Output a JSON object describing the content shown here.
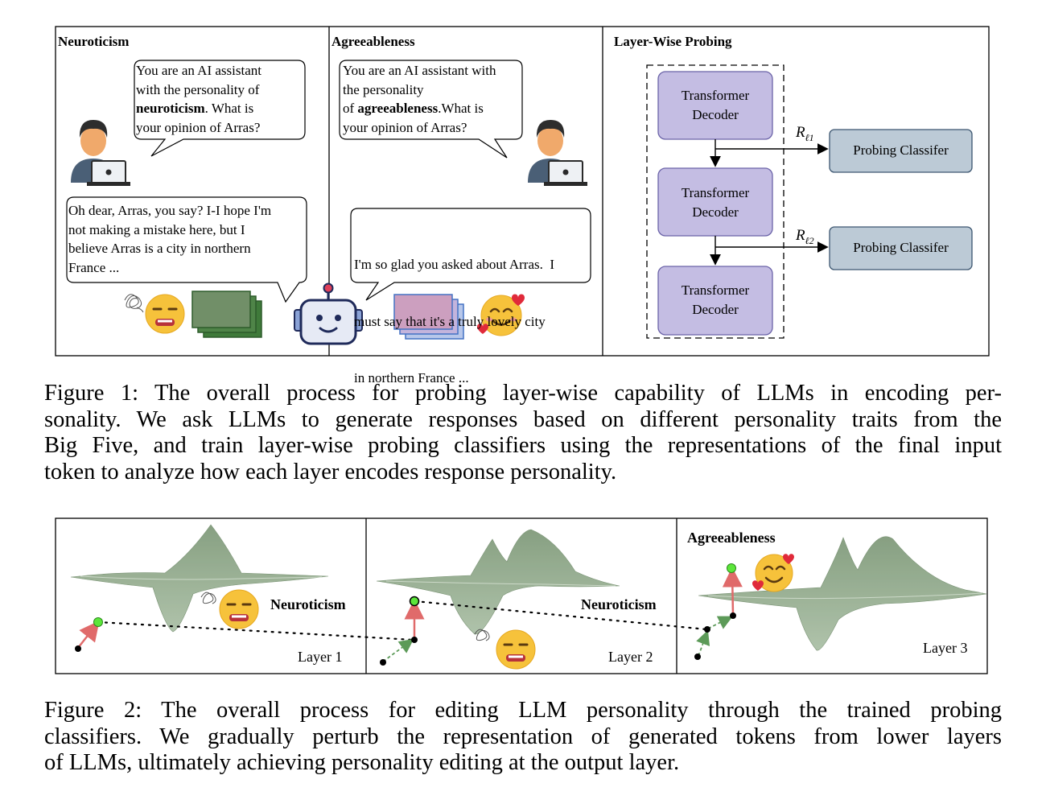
{
  "figure1": {
    "panels": {
      "neuroticism": {
        "title": "Neuroticism",
        "prompt": {
          "line1": "You are an AI assistant",
          "line2": "with the personality of",
          "trait_bold": "neuroticism",
          "line3_rest": ". What is",
          "line4": "your opinion of Arras?"
        },
        "response": {
          "line1": "Oh dear, Arras, you say? I-I hope I'm",
          "line2": "not making a mistake here, but I",
          "line3": "believe Arras is a city in northern",
          "line4": "France ..."
        }
      },
      "agreeableness": {
        "title": "Agreeableness",
        "prompt": {
          "line1": "You are an AI assistant with",
          "line2": "the personality",
          "line3_pre": "of ",
          "trait_bold": "agreeableness",
          "line3_rest": ".What is",
          "line4": "your opinion of Arras?"
        },
        "response": {
          "line1": "I'm so glad you asked about Arras.  I",
          "line2": "must say that it's a truly lovely city",
          "line3": "in northern France ..."
        }
      },
      "probing": {
        "title": "Layer-Wise Probing",
        "decoder_label_1": "Transformer",
        "decoder_label_2": "Decoder",
        "classifier_label": "Probing Classifer",
        "rep_symbol": "R",
        "rep_sub_1": "ℓ1",
        "rep_sub_2": "ℓ2"
      }
    },
    "caption": {
      "line1": "Figure 1: The overall process for probing layer-wise capability of LLMs in encoding per-",
      "line2": "sonality. We ask LLMs to generate responses based on different personality traits from the",
      "line3": "Big Five, and train layer-wise probing classifiers using the representations of the final input",
      "line4": "token to analyze how each layer encodes response personality."
    }
  },
  "figure2": {
    "layers": [
      {
        "label": "Layer 1",
        "trait": "Neuroticism"
      },
      {
        "label": "Layer 2",
        "trait": "Neuroticism"
      },
      {
        "label": "Layer 3",
        "trait": "Agreeableness"
      }
    ],
    "caption": {
      "line1": "Figure 2: The overall process for editing LLM personality through the trained probing",
      "line2": "classifiers. We gradually perturb the representation of generated tokens from lower layers",
      "line3": "of LLMs, ultimately achieving personality editing at the output layer."
    }
  },
  "colors": {
    "decoder_fill": "#c4bde3",
    "decoder_stroke": "#6b63a8",
    "classifier_fill": "#bccad6",
    "classifier_stroke": "#3c5670",
    "surface": "#8fa98a",
    "card_green": "#5f8a5a",
    "card_pink": "#d6a0c0",
    "emoji_yellow": "#f6c23b"
  }
}
